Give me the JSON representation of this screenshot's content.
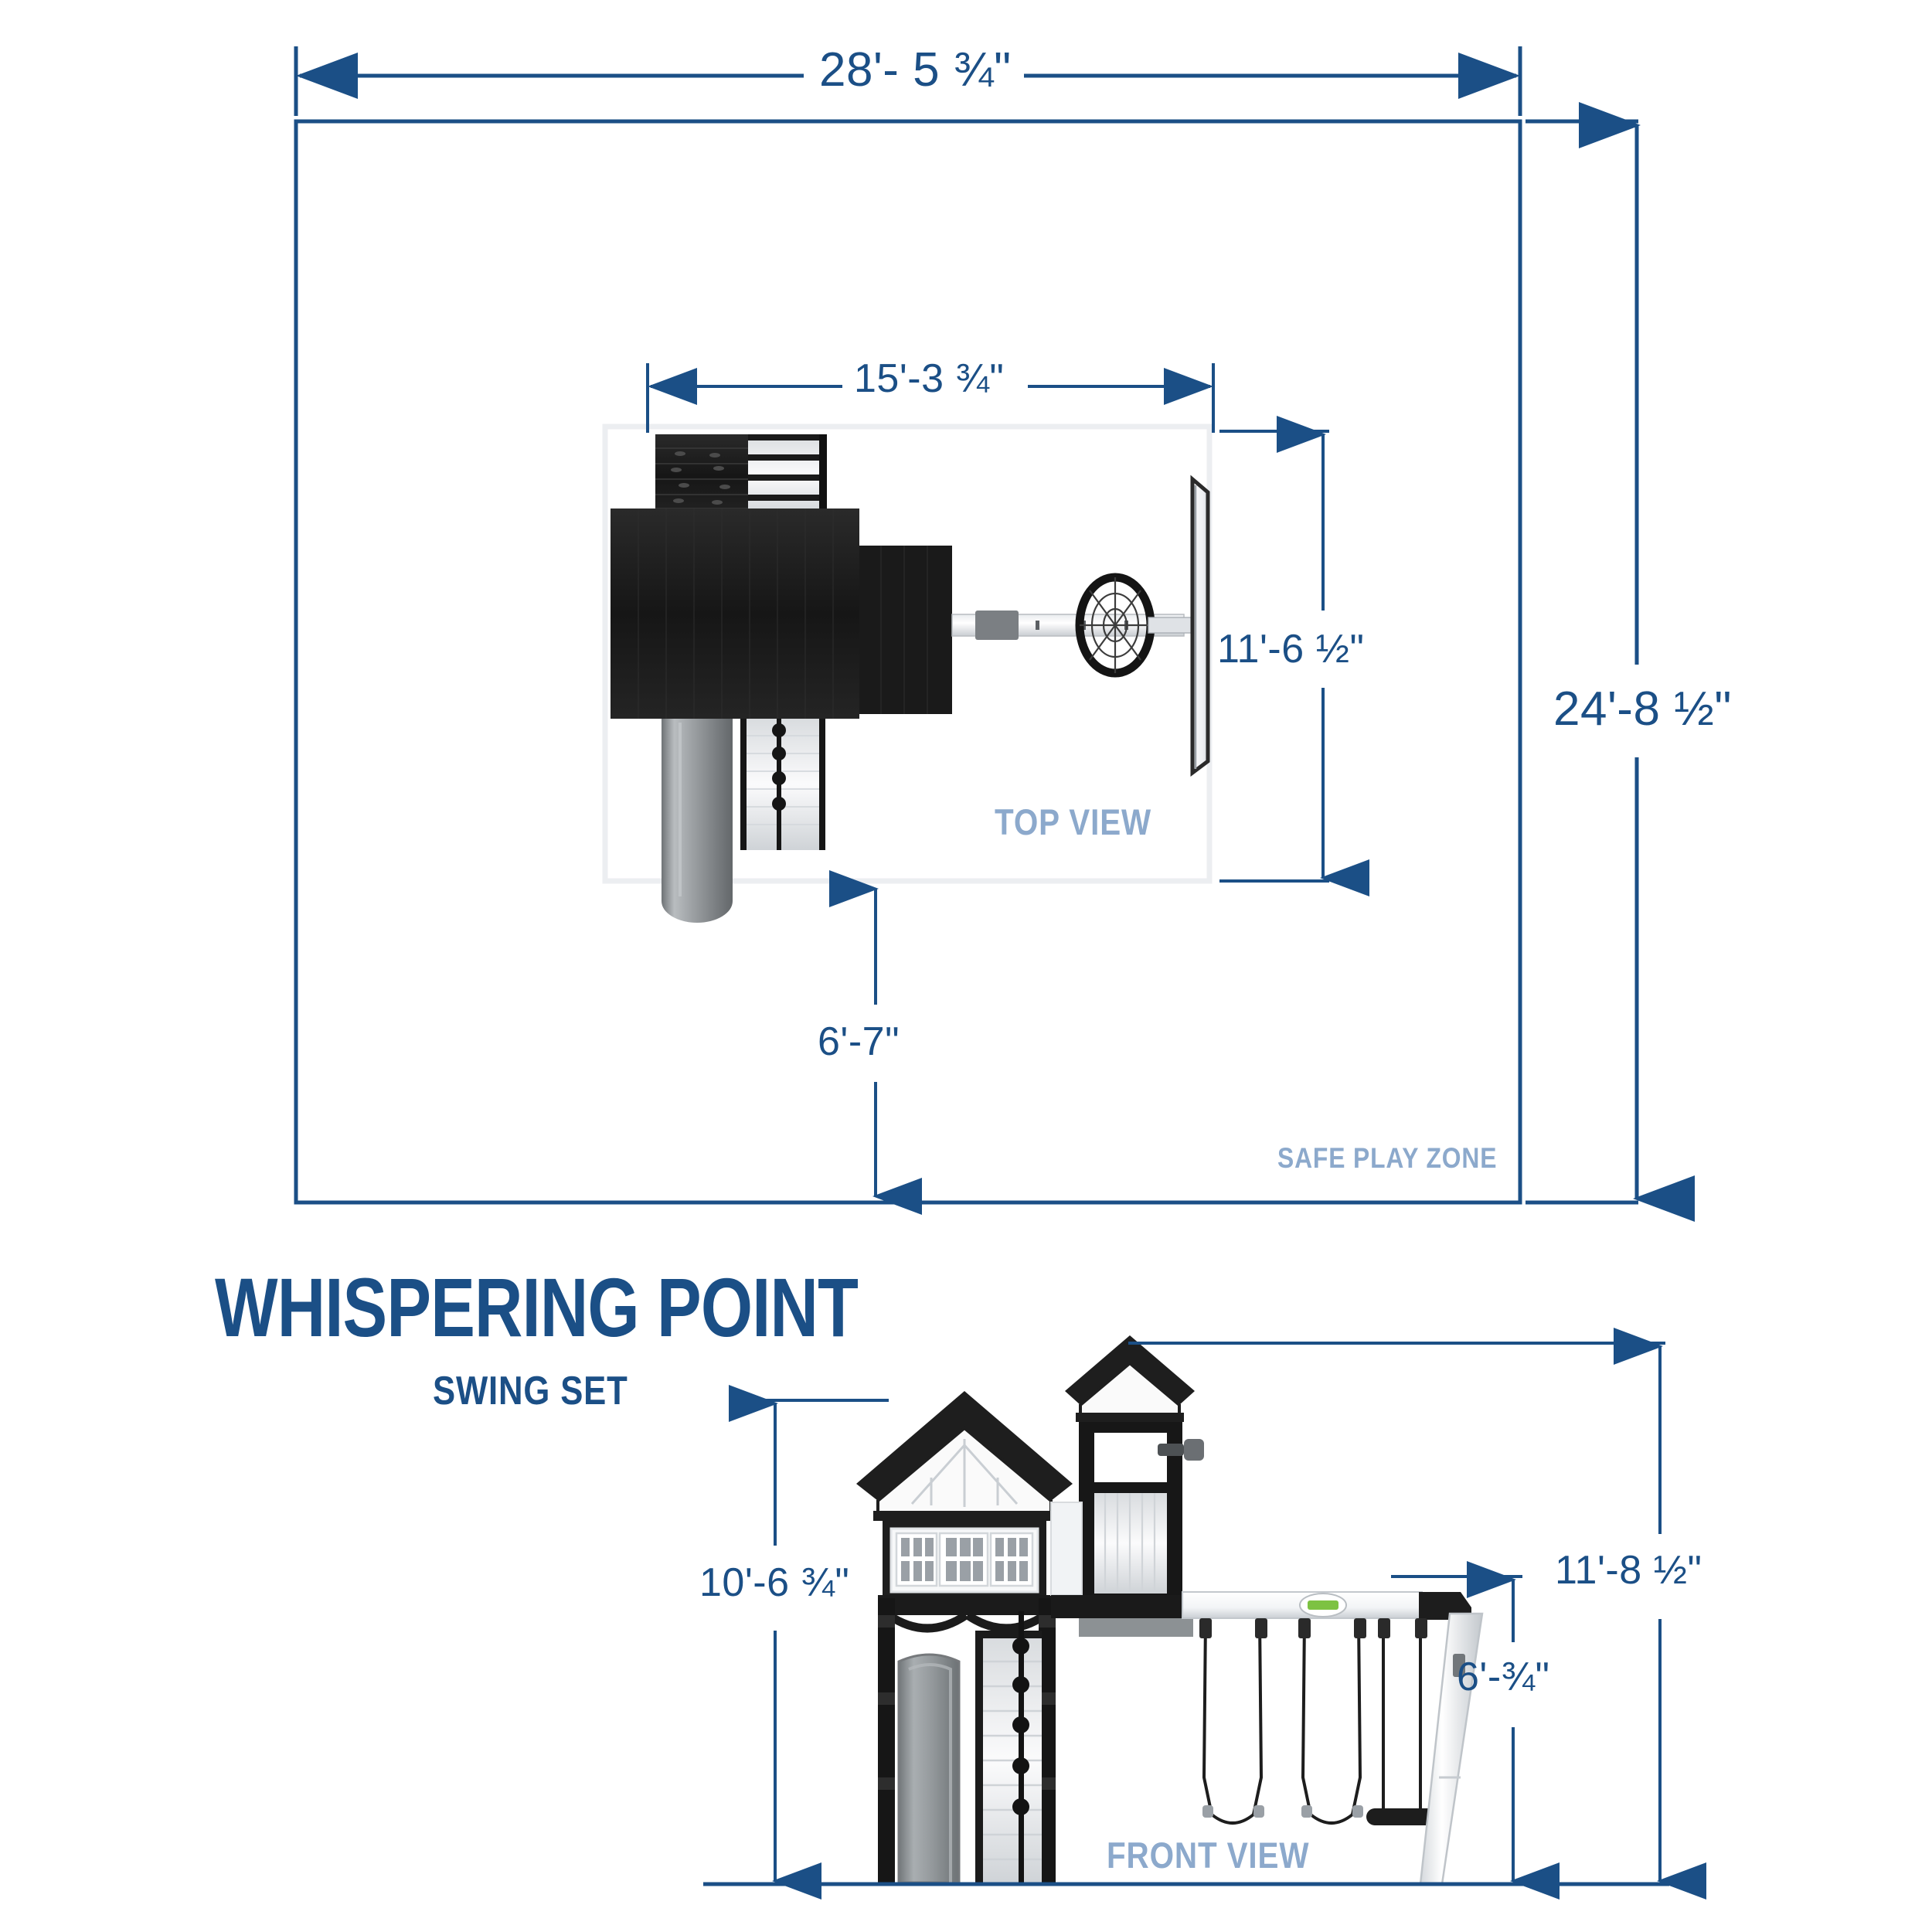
{
  "product": {
    "name": "WHISPERING POINT",
    "subtitle": "SWING SET"
  },
  "colors": {
    "dimension_blue": "#1b4f86",
    "caption_blue": "#8ca9cc",
    "frame_dark": "#1c1c1c",
    "panel_white": "#f4f5f7",
    "slide_gray": "#8e9295",
    "accent_green": "#7dc242"
  },
  "top_view": {
    "caption": "TOP VIEW",
    "safe_zone_label": "SAFE PLAY ZONE",
    "dimensions": {
      "zone_width": {
        "feet": "28'",
        "sep": "- ",
        "inches": "5",
        "fraction": "¾",
        "mark": "\"",
        "text": "28'- 5 ¾\""
      },
      "zone_depth": {
        "feet": "24'",
        "sep": "-",
        "inches": "8",
        "fraction": "½",
        "mark": "\"",
        "text": "24'-8 ½\""
      },
      "unit_width": {
        "feet": "15'",
        "sep": "-",
        "inches": "3",
        "fraction": "¾",
        "mark": "\"",
        "text": "15'-3 ¾\""
      },
      "unit_depth": {
        "feet": "11'",
        "sep": "-",
        "inches": "6",
        "fraction": "½",
        "mark": "\"",
        "text": "11'-6 ½\""
      },
      "clearance": {
        "feet": "6'",
        "sep": "-",
        "inches": "7",
        "fraction": "",
        "mark": "\"",
        "text": "6'-7\""
      }
    }
  },
  "front_view": {
    "caption": "FRONT VIEW",
    "dimensions": {
      "fort_height": {
        "feet": "10'",
        "sep": "-",
        "inches": "6",
        "fraction": "¾",
        "mark": "\"",
        "text": "10'-6 ¾\""
      },
      "overall_height": {
        "feet": "11'",
        "sep": "-",
        "inches": "8",
        "fraction": "½",
        "mark": "\"",
        "text": "11'-8 ½\""
      },
      "beam_height": {
        "feet": "6'",
        "sep": "-",
        "inches": "",
        "fraction": "¾",
        "mark": "\"",
        "text": "6'-¾\""
      }
    }
  },
  "icons": {
    "arrow_left": "arrow-left-icon",
    "arrow_right": "arrow-right-icon",
    "arrow_up": "arrow-up-icon",
    "arrow_down": "arrow-down-icon",
    "tire_swing": "tire-swing-icon",
    "basketball_hoop": "basketball-hoop-icon",
    "slide": "slide-icon",
    "brand_badge": "brand-badge-icon"
  }
}
